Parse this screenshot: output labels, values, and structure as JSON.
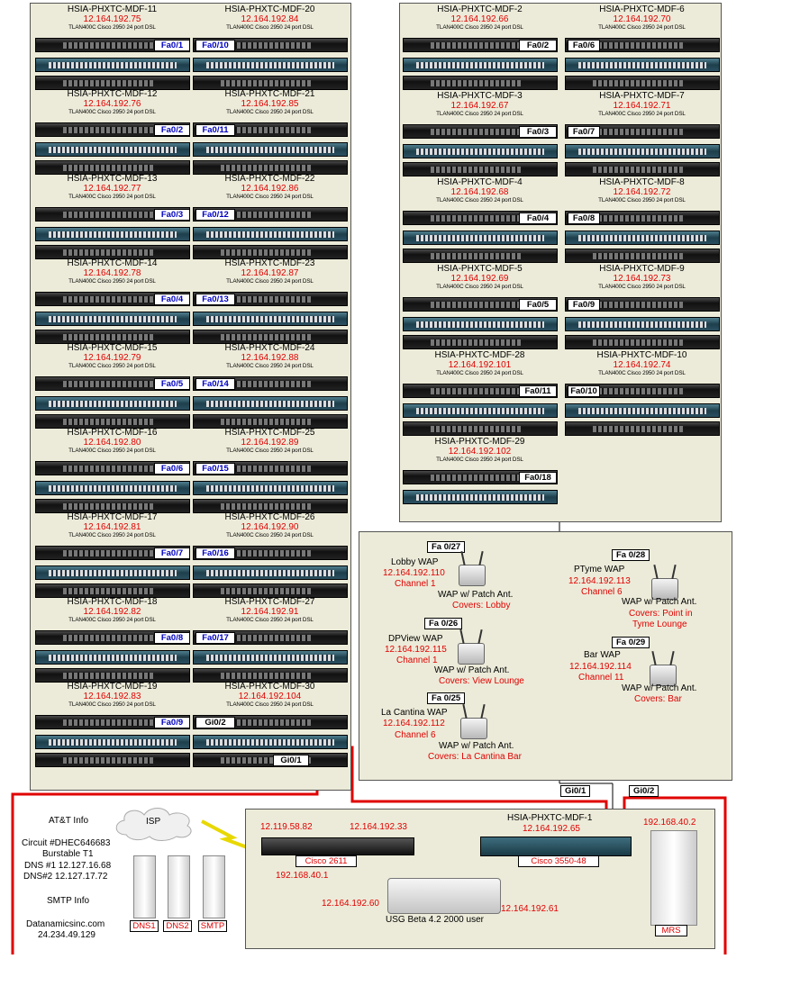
{
  "colors": {
    "ip_text": "#e00000",
    "port_text": "#0000c0",
    "panel_bg": "#ecebd9",
    "wan_line": "#e00000"
  },
  "model_text": "TLAN400C Cisco 2950 24 port DSL",
  "left_col1": [
    {
      "name": "HSIA-PHXTC-MDF-11",
      "ip": "12.164.192.75",
      "port": "Fa0/1"
    },
    {
      "name": "HSIA-PHXTC-MDF-12",
      "ip": "12.164.192.76",
      "port": "Fa0/2"
    },
    {
      "name": "HSIA-PHXTC-MDF-13",
      "ip": "12.164.192.77",
      "port": "Fa0/3"
    },
    {
      "name": "HSIA-PHXTC-MDF-14",
      "ip": "12.164.192.78",
      "port": "Fa0/4"
    },
    {
      "name": "HSIA-PHXTC-MDF-15",
      "ip": "12.164.192.79",
      "port": "Fa0/5"
    },
    {
      "name": "HSIA-PHXTC-MDF-16",
      "ip": "12.164.192.80",
      "port": "Fa0/6"
    },
    {
      "name": "HSIA-PHXTC-MDF-17",
      "ip": "12.164.192.81",
      "port": "Fa0/7"
    },
    {
      "name": "HSIA-PHXTC-MDF-18",
      "ip": "12.164.192.82",
      "port": "Fa0/8"
    },
    {
      "name": "HSIA-PHXTC-MDF-19",
      "ip": "12.164.192.83",
      "port": "Fa0/9"
    }
  ],
  "left_col2": [
    {
      "name": "HSIA-PHXTC-MDF-20",
      "ip": "12.164.192.84",
      "port": "Fa0/10"
    },
    {
      "name": "HSIA-PHXTC-MDF-21",
      "ip": "12.164.192.85",
      "port": "Fa0/11"
    },
    {
      "name": "HSIA-PHXTC-MDF-22",
      "ip": "12.164.192.86",
      "port": "Fa0/12"
    },
    {
      "name": "HSIA-PHXTC-MDF-23",
      "ip": "12.164.192.87",
      "port": "Fa0/13"
    },
    {
      "name": "HSIA-PHXTC-MDF-24",
      "ip": "12.164.192.88",
      "port": "Fa0/14"
    },
    {
      "name": "HSIA-PHXTC-MDF-25",
      "ip": "12.164.192.89",
      "port": "Fa0/15"
    },
    {
      "name": "HSIA-PHXTC-MDF-26",
      "ip": "12.164.192.90",
      "port": "Fa0/16"
    },
    {
      "name": "HSIA-PHXTC-MDF-27",
      "ip": "12.164.192.91",
      "port": "Fa0/17"
    },
    {
      "name": "HSIA-PHXTC-MDF-30",
      "ip": "12.164.192.104",
      "port": "Gi0/2",
      "port2": "Gi0/1"
    }
  ],
  "right_col1": [
    {
      "name": "HSIA-PHXTC-MDF-2",
      "ip": "12.164.192.66",
      "port": "Fa0/2"
    },
    {
      "name": "HSIA-PHXTC-MDF-3",
      "ip": "12.164.192.67",
      "port": "Fa0/3"
    },
    {
      "name": "HSIA-PHXTC-MDF-4",
      "ip": "12.164.192.68",
      "port": "Fa0/4"
    },
    {
      "name": "HSIA-PHXTC-MDF-5",
      "ip": "12.164.192.69",
      "port": "Fa0/5"
    },
    {
      "name": "HSIA-PHXTC-MDF-28",
      "ip": "12.164.192.101",
      "port": "Fa0/11"
    },
    {
      "name": "HSIA-PHXTC-MDF-29",
      "ip": "12.164.192.102",
      "port": "Fa0/18"
    }
  ],
  "right_col2": [
    {
      "name": "HSIA-PHXTC-MDF-6",
      "ip": "12.164.192.70",
      "port": "Fa0/6"
    },
    {
      "name": "HSIA-PHXTC-MDF-7",
      "ip": "12.164.192.71",
      "port": "Fa0/7"
    },
    {
      "name": "HSIA-PHXTC-MDF-8",
      "ip": "12.164.192.72",
      "port": "Fa0/8"
    },
    {
      "name": "HSIA-PHXTC-MDF-9",
      "ip": "12.164.192.73",
      "port": "Fa0/9"
    },
    {
      "name": "HSIA-PHXTC-MDF-10",
      "ip": "12.164.192.74",
      "port": "Fa0/10"
    }
  ],
  "waps": {
    "lobby": {
      "port": "Fa 0/27",
      "name": "Lobby WAP",
      "ip": "12.164.192.110",
      "channel": "Channel 1",
      "type": "WAP w/ Patch Ant.",
      "covers": "Covers: Lobby"
    },
    "dpview": {
      "port": "Fa 0/26",
      "name": "DPView WAP",
      "ip": "12.164.192.115",
      "channel": "Channel 1",
      "type": "WAP w/ Patch Ant.",
      "covers": "Covers: View Lounge"
    },
    "lacantina": {
      "port": "Fa 0/25",
      "name": "La Cantina WAP",
      "ip": "12.164.192.112",
      "channel": "Channel 6",
      "type": "WAP w/ Patch Ant.",
      "covers": "Covers: La Cantina Bar"
    },
    "ptyme": {
      "port": "Fa 0/28",
      "name": "PTyme WAP",
      "ip": "12.164.192.113",
      "channel": "Channel 6",
      "type": "WAP w/ Patch Ant.",
      "covers1": "Covers: Point in",
      "covers2": "Tyme Lounge"
    },
    "bar": {
      "port": "Fa 0/29",
      "name": "Bar WAP",
      "ip": "12.164.192.114",
      "channel": "Channel 11",
      "type": "WAP w/ Patch Ant.",
      "covers": "Covers: Bar"
    }
  },
  "uplinks": {
    "gi01": "Gi0/1",
    "gi02": "Gi0/2"
  },
  "att": {
    "title": "AT&T Info",
    "circuit": "Circuit #DHEC646683",
    "service": "Burstable T1",
    "dns1": "DNS #1 12.127.16.68",
    "dns2": "DNS#2 12.127.17.72",
    "smtp_title": "SMTP Info",
    "domain": "Datanamicsinc.com",
    "domain_ip": "24.234.49.129"
  },
  "isp": "ISP",
  "servers": [
    "DNS1",
    "DNS2",
    "SMTP"
  ],
  "core": {
    "router_wan_ip": "12.119.58.82",
    "router_lan_ip": "12.164.192.33",
    "router_label": "Cisco 2611",
    "router_inside_ip": "192.168.40.1",
    "mdf1_name": "HSIA-PHXTC-MDF-1",
    "mdf1_ip": "12.164.192.65",
    "mdf1_label": "Cisco 3550-48",
    "usg_ip_left": "12.164.192.60",
    "usg_ip_right": "12.164.192.61",
    "usg_label": "USG Beta 4.2 2000 user",
    "mrs_ip": "192.168.40.2",
    "mrs_label": "MRS"
  }
}
